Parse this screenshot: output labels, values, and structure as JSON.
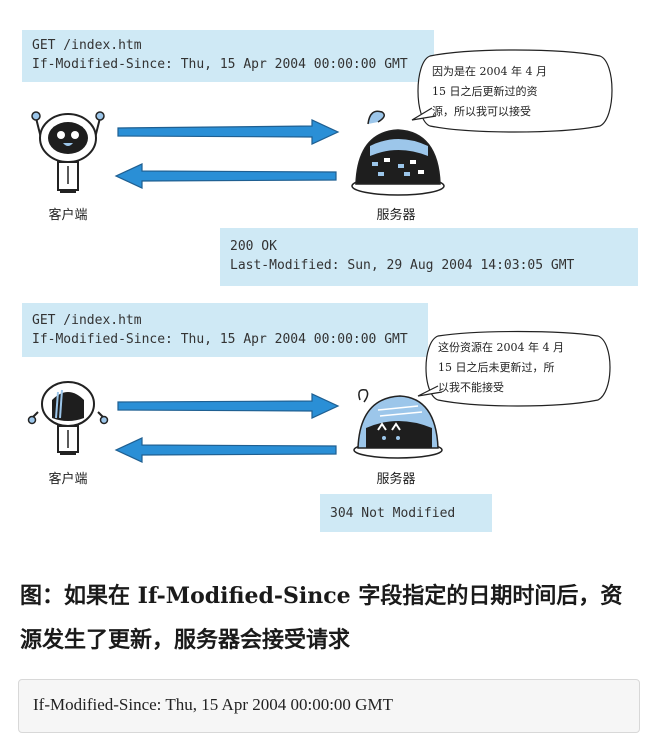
{
  "scenario1": {
    "request_line1": "GET /index.htm",
    "request_line2": "If-Modified-Since: Thu, 15 Apr 2004 00:00:00 GMT",
    "bubble_line1": "因为是在 2004 年 4 月",
    "bubble_line2": "15 日之后更新过的资",
    "bubble_line3": "源，所以我可以接受",
    "client_label": "客户端",
    "server_label": "服务器",
    "response_line1": "200 OK",
    "response_line2": "Last-Modified: Sun, 29 Aug 2004 14:03:05 GMT"
  },
  "scenario2": {
    "request_line1": "GET /index.htm",
    "request_line2": "If-Modified-Since: Thu, 15 Apr 2004 00:00:00 GMT",
    "bubble_line1": "这份资源在 2004 年 4 月",
    "bubble_line2": "15 日之后未更新过，所",
    "bubble_line3": "以我不能接受",
    "client_label": "客户端",
    "server_label": "服务器",
    "response_line1": "304 Not Modified"
  },
  "caption": "图：如果在 If-Modified-Since 字段指定的日期时间后，资源发生了更新，服务器会接受请求",
  "code_example": "If-Modified-Since: Thu, 15 Apr 2004 00:00:00 GMT",
  "colors": {
    "box_bg": "#cfe9f5",
    "arrow": "#2a8fd6",
    "robot_dark": "#1e1e1e",
    "robot_blue": "#9cc6ea"
  }
}
